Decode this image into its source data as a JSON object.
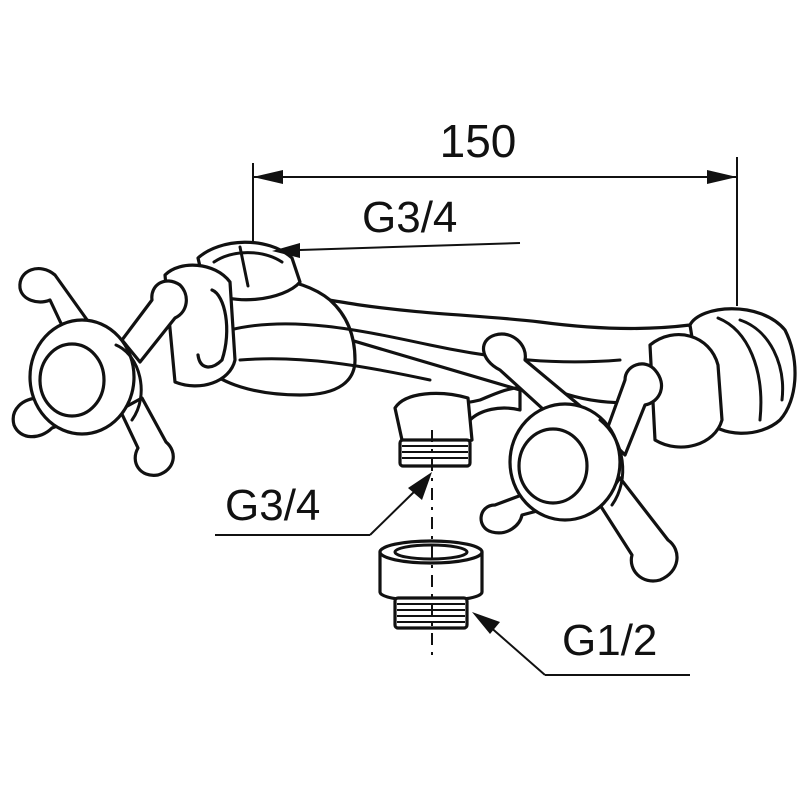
{
  "drawing": {
    "dimension_width": "150",
    "label_inlet_thread": "G3/4",
    "label_outlet_thread": "G3/4",
    "label_adapter_thread": "G1/2",
    "stroke_color": "#111111",
    "background_color": "#ffffff"
  }
}
